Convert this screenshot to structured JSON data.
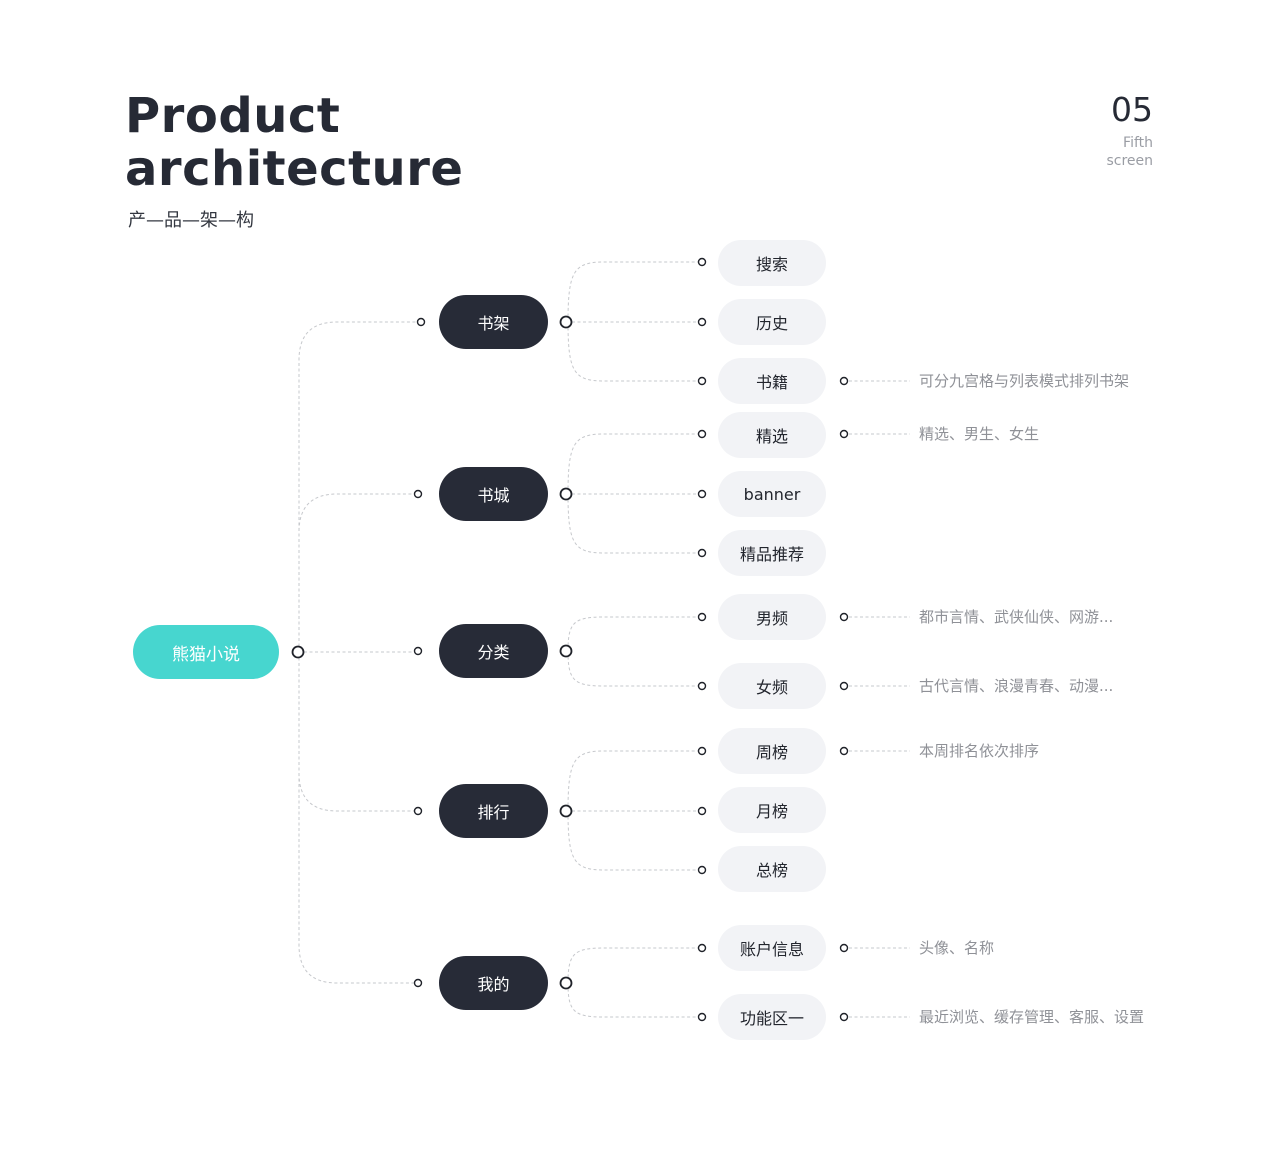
{
  "title": [
    "Product",
    "architecture"
  ],
  "subtitle": "产—品—架—构",
  "page_number": "05",
  "page_caption": "Fifth screen",
  "colors": {
    "root": "#47d6cf",
    "branch": "#272b37",
    "leaf": "#f2f3f6",
    "note": "#8f9197",
    "connector": "#c6c8cc"
  },
  "root": {
    "label": "熊猫小说"
  },
  "branches": [
    {
      "label": "书架",
      "children": [
        {
          "label": "搜索",
          "note": ""
        },
        {
          "label": "历史",
          "note": ""
        },
        {
          "label": "书籍",
          "note": "可分九宫格与列表模式排列书架"
        }
      ]
    },
    {
      "label": "书城",
      "children": [
        {
          "label": "精选",
          "note": "精选、男生、女生"
        },
        {
          "label": "banner",
          "note": ""
        },
        {
          "label": "精品推荐",
          "note": ""
        }
      ]
    },
    {
      "label": "分类",
      "children": [
        {
          "label": "男频",
          "note": "都市言情、武侠仙侠、网游..."
        },
        {
          "label": "女频",
          "note": "古代言情、浪漫青春、动漫..."
        }
      ]
    },
    {
      "label": "排行",
      "children": [
        {
          "label": "周榜",
          "note": "本周排名依次排序"
        },
        {
          "label": "月榜",
          "note": ""
        },
        {
          "label": "总榜",
          "note": ""
        }
      ]
    },
    {
      "label": "我的",
      "children": [
        {
          "label": "账户信息",
          "note": "头像、名称"
        },
        {
          "label": "功能区一",
          "note": "最近浏览、缓存管理、客服、设置"
        }
      ]
    }
  ]
}
